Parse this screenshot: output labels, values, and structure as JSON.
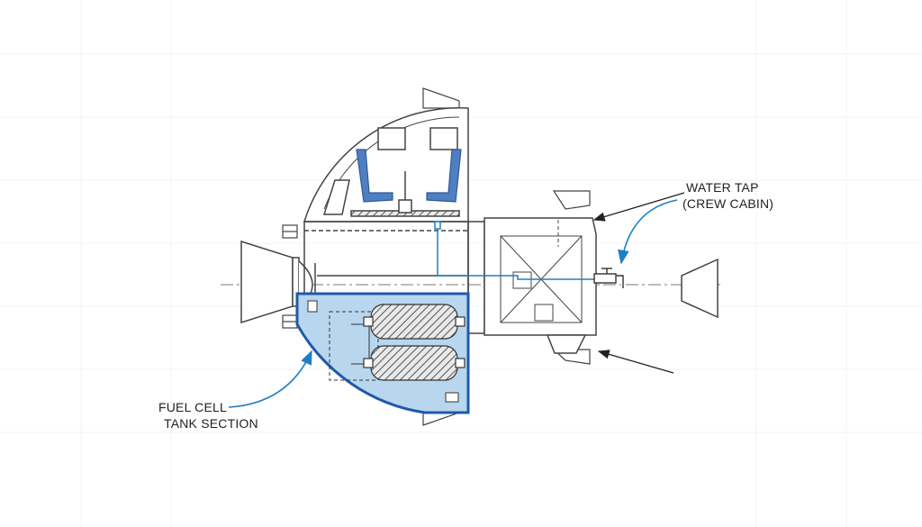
{
  "labels": {
    "water_tap_line1": "WATER TAP",
    "water_tap_line2": "(CREW CABIN)",
    "fuel_cell_line1": "FUEL CELL",
    "fuel_cell_line2": "TANK SECTION"
  },
  "colors": {
    "line": "#4a4a4a",
    "accent": "#1f7fc4",
    "tank_fill": "#b9d6ef",
    "tank_border": "#1f5aa8",
    "seat": "#4f7fc0",
    "hatch": "#555555"
  }
}
